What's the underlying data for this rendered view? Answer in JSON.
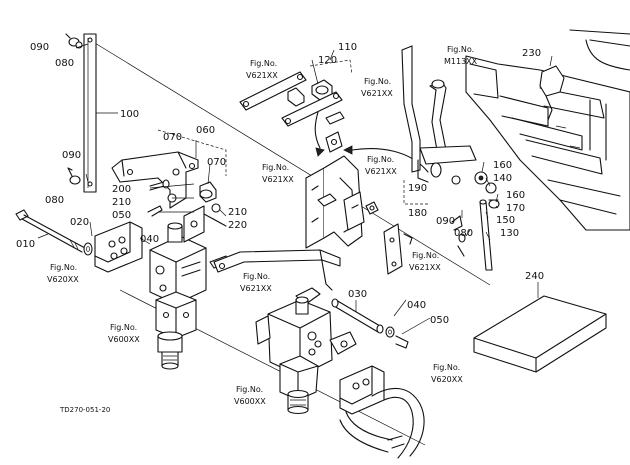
{
  "diagram": {
    "doc_code": "TD270-051-20",
    "part_numbers": {
      "p010": "010",
      "p020": "020",
      "p030": "030",
      "p040a": "040",
      "p040b": "040",
      "p050a": "050",
      "p050b": "050",
      "p060": "060",
      "p070a": "070",
      "p070b": "070",
      "p080a": "080",
      "p080b": "080",
      "p080c": "080",
      "p090a": "090",
      "p090b": "090",
      "p090c": "090",
      "p100": "100",
      "p110": "110",
      "p120": "120",
      "p130": "130",
      "p140": "140",
      "p150": "150",
      "p160a": "160",
      "p160b": "160",
      "p170": "170",
      "p180": "180",
      "p190": "190",
      "p200": "200",
      "p210a": "210",
      "p210b": "210",
      "p220": "220",
      "p230": "230",
      "p240": "240"
    },
    "fig_refs": {
      "f1": "V621XX",
      "f2": "V621XX",
      "f3": "M113XX",
      "f4": "V621XX",
      "f5": "V621XX",
      "f6": "V621XX",
      "f7": "V621XX",
      "f8": "V620XX",
      "f9": "V600XX",
      "f10": "V600XX",
      "f11": "V620XX"
    },
    "fig_label": "Fig.No."
  }
}
